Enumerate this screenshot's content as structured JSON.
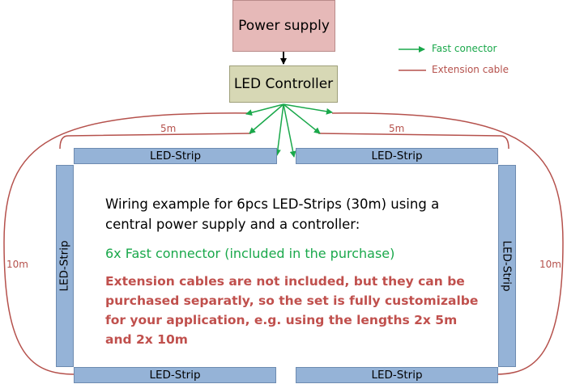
{
  "nodes": {
    "power_supply": "Power supply",
    "controller": "LED Controller"
  },
  "strips": {
    "top_left": "LED-Strip",
    "top_right": "LED-Strip",
    "left": "LED-Strip",
    "right": "LED-Strip",
    "bottom_left": "LED-Strip",
    "bottom_right": "LED-Strip"
  },
  "lengths": {
    "top_left": "5m",
    "top_right": "5m",
    "left": "10m",
    "right": "10m"
  },
  "legend": {
    "fast_connector": "Fast conector",
    "extension_cable": "Extension cable"
  },
  "description": {
    "line1": "Wiring example for 6pcs LED-Strips (30m) using a",
    "line2": "central power supply and a controller:",
    "connectors": "6x Fast connector (included in the purchase)",
    "note1": "Extension cables are not included, but they can be",
    "note2": "purchased separatly, so the set is fully customizalbe",
    "note3": "for your application, e.g. using the lengths 2x 5m",
    "note4": "and 2x 10m"
  },
  "colors": {
    "fast_connector": "#1aa84b",
    "extension_cable": "#b5514c",
    "strip_fill": "#95b3d7",
    "power_fill": "#e6b9b8",
    "controller_fill": "#d7d8b5"
  }
}
